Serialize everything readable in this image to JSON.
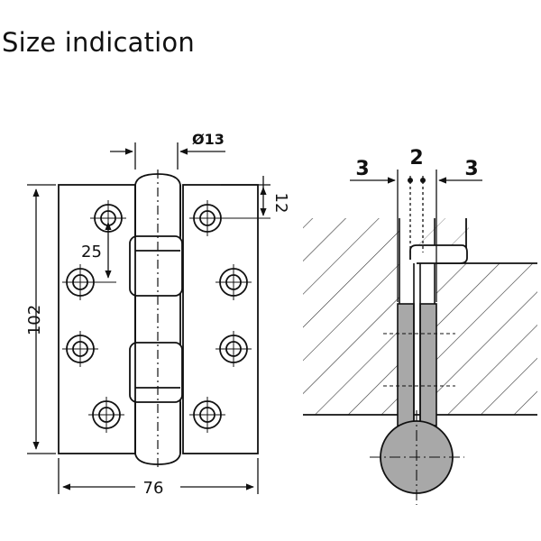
{
  "title": "Size indication",
  "front_view": {
    "dim_height": "102",
    "dim_width": "76",
    "dim_pin_diameter": "Ø13",
    "dim_hole_offset": "12",
    "dim_hole_spacing": "25"
  },
  "section_view": {
    "dim_gap_left": "3",
    "dim_center": "2",
    "dim_gap_right": "3"
  }
}
